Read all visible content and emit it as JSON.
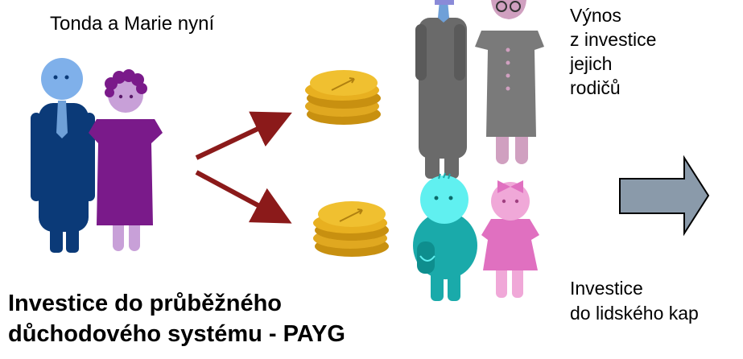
{
  "caption_now": "Tonda a Marie nyní",
  "parents_return": [
    "Výnos",
    "z investice",
    "jejich",
    "rodičů"
  ],
  "human_capital": [
    "Investice",
    "do lidského kap"
  ],
  "title": [
    "Investice do průběžného",
    "důchodového systému - PAYG"
  ],
  "colors": {
    "tonda_skin": "#7fb0ea",
    "tonda_suit": "#0b3a78",
    "tie": "#6fa0d8",
    "marie_skin": "#c8a0d8",
    "marie_dress": "#7a1a8a",
    "arrow": "#8b1a1a",
    "coin": "#f0c030",
    "grandpa": "#6a6a6a",
    "grandma": "#7a7a7a",
    "grand_legs": "#d0a0c0",
    "boy": "#1aaaaa",
    "boy_head": "#60f0f0",
    "girl": "#e070c0",
    "big_arrow": "#8a9aaa"
  }
}
